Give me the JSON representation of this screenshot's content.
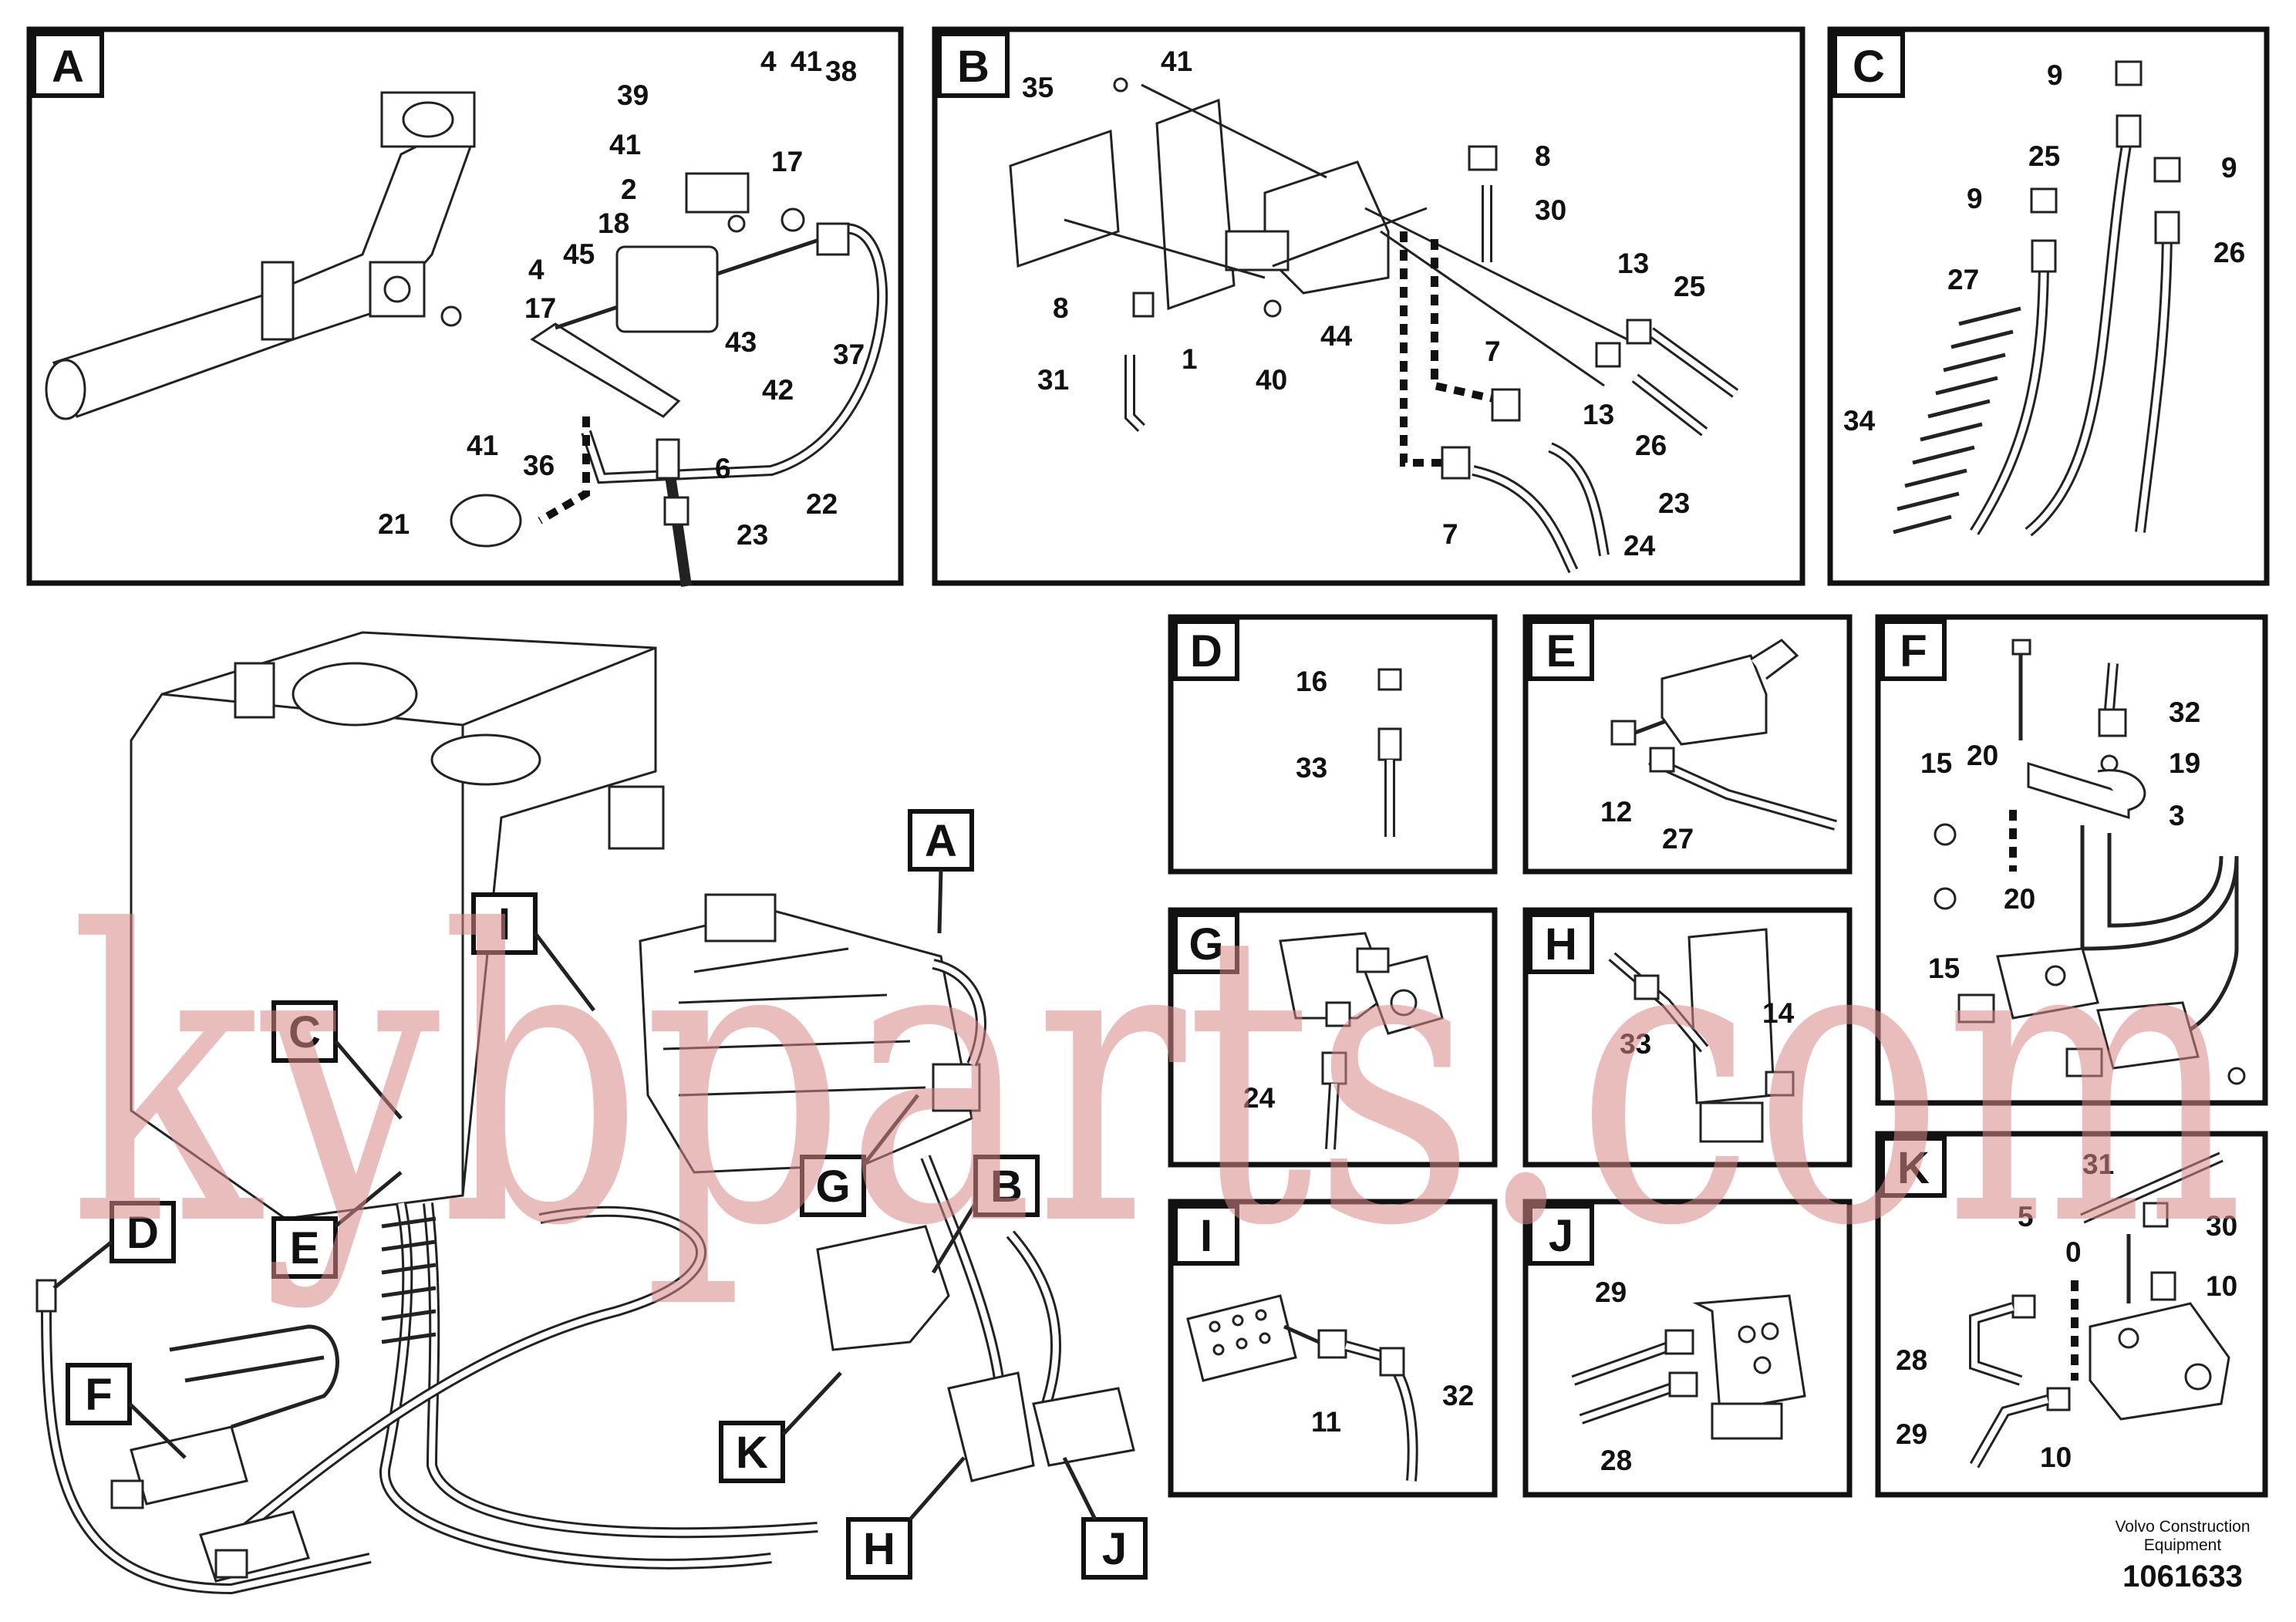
{
  "panels": {
    "A": {
      "tag": "A",
      "callouts": [
        "39",
        "4",
        "41",
        "38",
        "41",
        "17",
        "2",
        "18",
        "45",
        "4",
        "17",
        "43",
        "37",
        "42",
        "41",
        "36",
        "6",
        "21",
        "23",
        "22"
      ]
    },
    "B": {
      "tag": "B",
      "callouts": [
        "35",
        "41",
        "8",
        "30",
        "8",
        "1",
        "40",
        "44",
        "13",
        "25",
        "31",
        "7",
        "13",
        "26",
        "7",
        "23",
        "24"
      ]
    },
    "C": {
      "tag": "C",
      "callouts": [
        "9",
        "25",
        "9",
        "9",
        "27",
        "26",
        "34"
      ]
    },
    "D": {
      "tag": "D",
      "callouts": [
        "16",
        "33"
      ]
    },
    "E": {
      "tag": "E",
      "callouts": [
        "12",
        "27"
      ]
    },
    "F": {
      "tag": "F",
      "callouts": [
        "32",
        "15",
        "20",
        "19",
        "3",
        "20",
        "15"
      ]
    },
    "G": {
      "tag": "G",
      "callouts": [
        "24"
      ]
    },
    "H": {
      "tag": "H",
      "callouts": [
        "33",
        "14"
      ]
    },
    "I": {
      "tag": "I",
      "callouts": [
        "11",
        "32"
      ]
    },
    "J": {
      "tag": "J",
      "callouts": [
        "29",
        "28"
      ]
    },
    "K": {
      "tag": "K",
      "callouts": [
        "31",
        "5",
        "0",
        "30",
        "10",
        "28",
        "29",
        "10"
      ]
    }
  },
  "overview_tags": [
    "A",
    "I",
    "C",
    "G",
    "B",
    "E",
    "D",
    "F",
    "K",
    "H",
    "J"
  ],
  "watermark": "kybparts.com",
  "footer": {
    "line1": "Volvo Construction",
    "line2": "Equipment",
    "code": "1061633"
  }
}
